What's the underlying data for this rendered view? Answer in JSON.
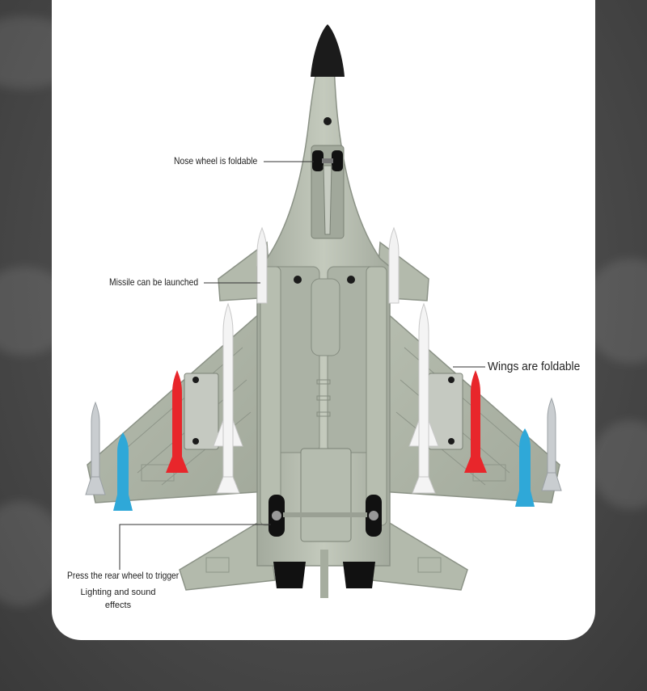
{
  "callouts": {
    "nose_wheel": "Nose wheel is foldable",
    "missile": "Missile can be launched",
    "wings": "Wings are foldable",
    "rear_wheel": "Press the rear wheel to trigger",
    "effects_line1": "Lighting and sound",
    "effects_line2": "effects"
  },
  "colors": {
    "fuselage": "#b9c0b3",
    "fuselage_shadow": "#98a092",
    "nose_cone": "#1a1a1a",
    "missile_white": "#f2f2f2",
    "missile_red": "#e8262b",
    "missile_blue": "#2fa8d8",
    "missile_grey": "#c9cdd0",
    "card": "#ffffff",
    "background": "#4a4a4a"
  }
}
